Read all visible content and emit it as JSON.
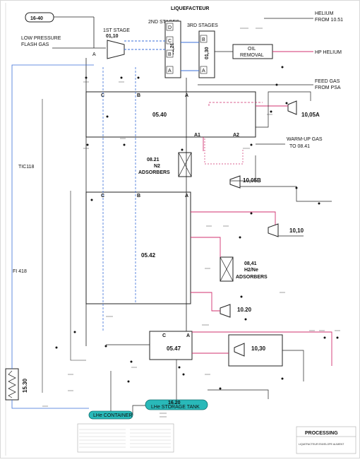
{
  "header": {
    "title": "LIQUEFACTEUR"
  },
  "stream_tag": "16-40",
  "inlet_labels": {
    "line1": "LOW PRESSURE",
    "line2": "FLASH GAS"
  },
  "helium_labels": {
    "line1": "HELIUM",
    "line2": "FROM 10.51"
  },
  "compressor": {
    "first_stage": "1ST STAGE",
    "first_stage_id": "01,10",
    "second_stages": "2ND STAGES",
    "third_stages": "3RD STAGES",
    "second_id": "01,20",
    "third_id": "01,30"
  },
  "oil_removal": {
    "line1": "OIL",
    "line2": "REMOVAL"
  },
  "outlets": {
    "hp_helium": "HP HELIUM",
    "feed_gas_1": "FEED GAS",
    "feed_gas_2": "FROM PSA",
    "warmup_gas_1": "WARM-UP GAS",
    "warmup_gas_2": "TO  08.41"
  },
  "exchangers": {
    "hx_0540": "05.40",
    "hx_0542": "05.42",
    "hx_0547": "05.47",
    "hx_1530": "15.30"
  },
  "turbines": {
    "t_1005a": "10,05A",
    "t_1005b": "10,05B",
    "t_1010": "10,10",
    "t_1020": "10.20",
    "t_1030": "10,30"
  },
  "adsorbers": {
    "n2_id": "08.21",
    "n2_name": "N2",
    "n2_label": "ADSORBERS",
    "h2ne_id": "08,41",
    "h2ne_name": "H2/Ne",
    "h2ne_label": "ADSORBERS"
  },
  "tanks": {
    "lhe_container": "LHe CONTAINER",
    "storage_id": "16.20",
    "storage_label": "LHe STORAGE TANK"
  },
  "pass_labels": {
    "a": "A",
    "b": "B",
    "c": "C",
    "a1": "A1",
    "a2": "A2"
  },
  "stage_labels": {
    "a": "A",
    "b": "B",
    "c": "C",
    "d": "D"
  },
  "side_labels": {
    "fi418": "FI 418",
    "tic112": "TIC118"
  },
  "title_block": {
    "company": "PROCESSING",
    "drawing": "LIQUEFACTEUR  ENVELOPE  ALIMENT"
  }
}
